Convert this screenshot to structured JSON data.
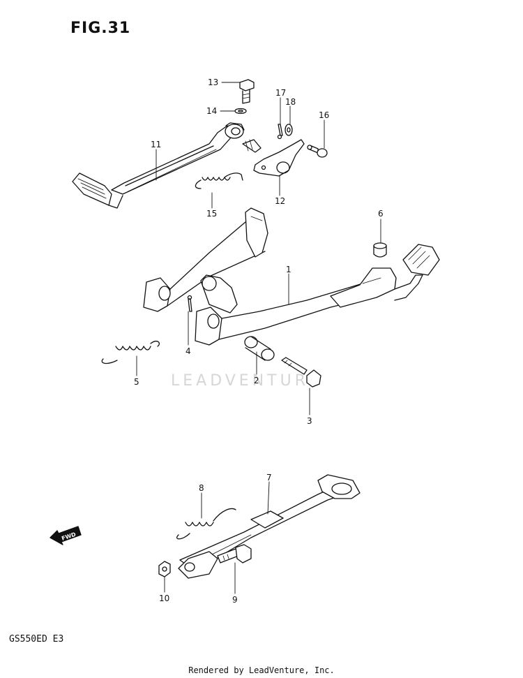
{
  "figure": {
    "title": "FIG.31",
    "model_code": "GS550ED E3",
    "footer": "Rendered by LeadVenture, Inc.",
    "watermark": "LEADVENTURE",
    "fwd_label": "FWD"
  },
  "callouts": {
    "p1": "1",
    "p2": "2",
    "p3": "3",
    "p4": "4",
    "p5": "5",
    "p6": "6",
    "p7": "7",
    "p8": "8",
    "p9": "9",
    "p10": "10",
    "p11": "11",
    "p12": "12",
    "p13": "13",
    "p14": "14",
    "p15": "15",
    "p16": "16",
    "p17": "17",
    "p18": "18"
  }
}
